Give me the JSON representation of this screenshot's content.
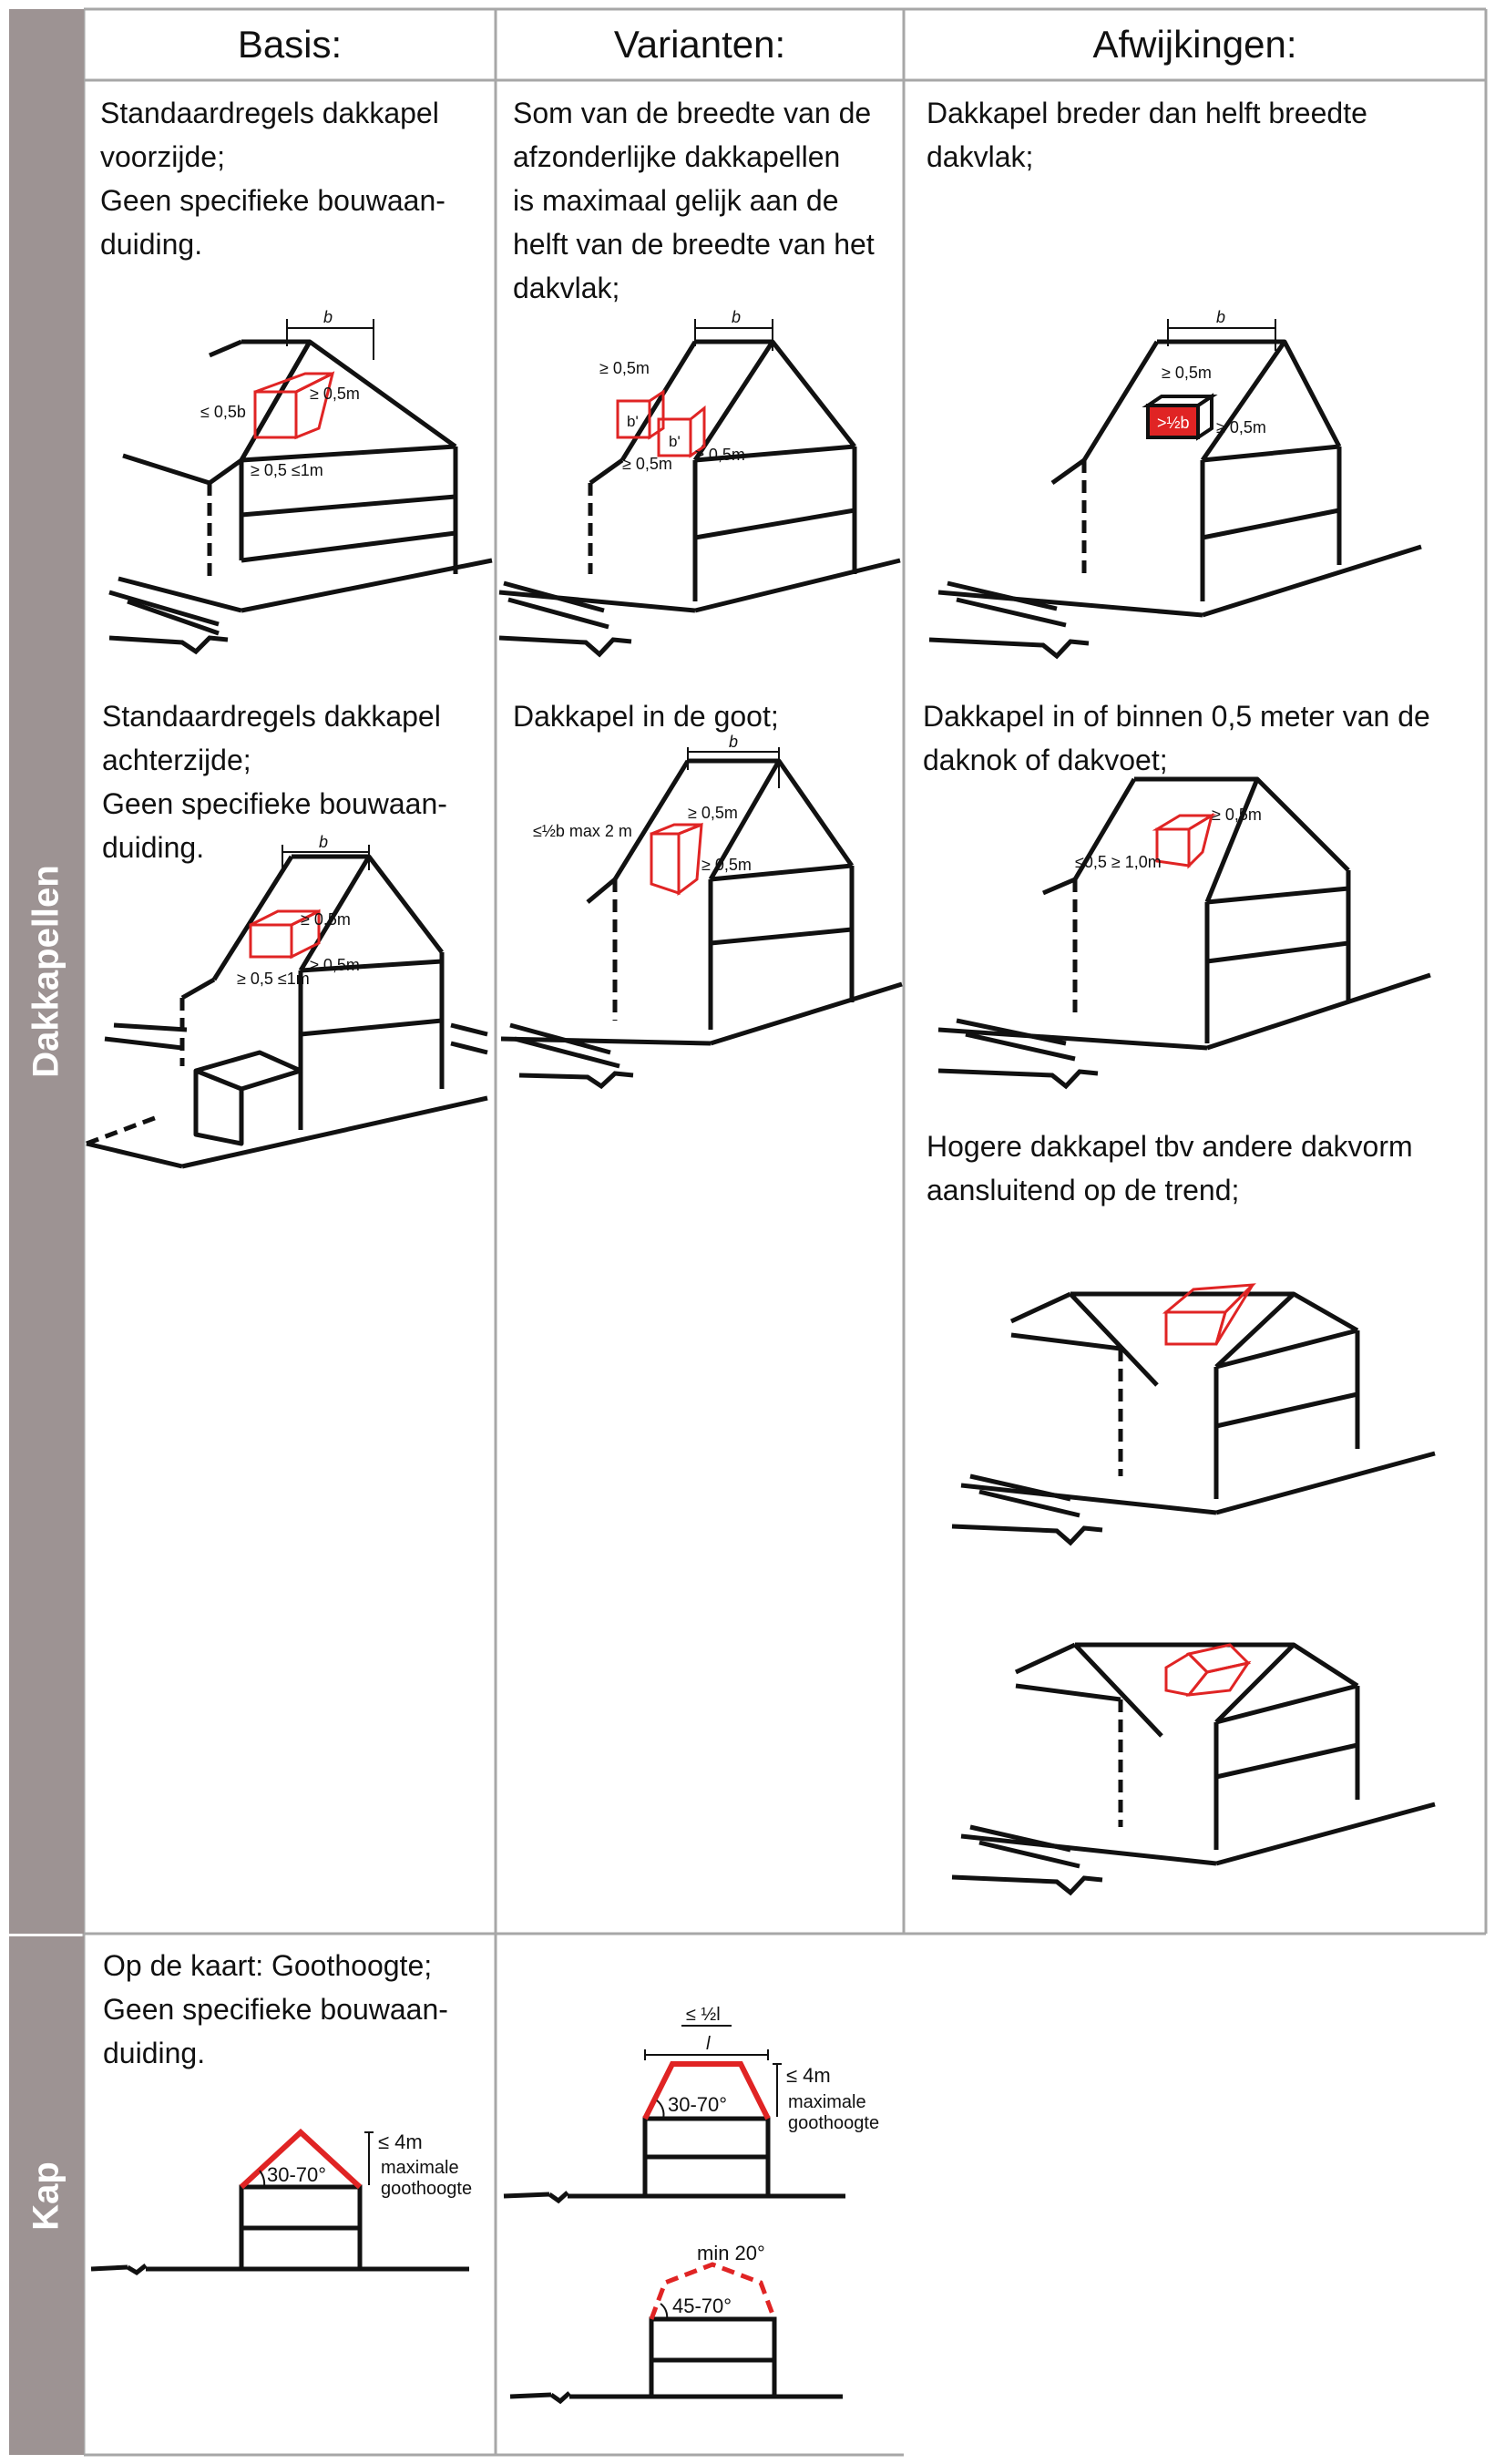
{
  "sidebar": {
    "dakkapellen": "Dakkapellen",
    "kap": "Kap"
  },
  "headers": {
    "basis": "Basis:",
    "varianten": "Varianten:",
    "afwijkingen": "Afwijkingen:"
  },
  "dakkapellen": {
    "basis_voor": [
      "Standaardregels dakkapel",
      "voorzijde;",
      "Geen specifieke bouwaan-",
      "duiding."
    ],
    "basis_achter": [
      "Standaardregels dakkapel",
      "achterzijde;",
      "Geen specifieke bouwaan-",
      "duiding."
    ],
    "var_som": [
      "Som van de breedte van de",
      "afzonderlijke dakkapellen",
      "is maximaal gelijk aan de",
      "helft van de breedte van het",
      "dakvlak;"
    ],
    "var_goot": [
      "Dakkapel in de goot;"
    ],
    "afw_breder": [
      "Dakkapel breder dan helft breedte",
      "dakvlak;"
    ],
    "afw_nok": [
      "Dakkapel in of binnen 0,5 meter van de",
      "daknok of dakvoet;"
    ],
    "afw_hoger": [
      "Hogere dakkapel tbv andere dakvorm",
      "aansluitend op de trend;"
    ]
  },
  "kap": {
    "basis": [
      "Op de kaart: Goothoogte;",
      "Geen specifieke bouwaan-",
      "duiding."
    ]
  },
  "labels": {
    "b": "b",
    "ge05m": "≥ 0,5m",
    "le05b": "≤ 0,5b",
    "ge05le1m": "≥ 0,5 ≤1m",
    "half_b": "≤½b max 2 m",
    "bprime": "b'",
    "gt_half_b": ">½b",
    "le05ge10m": "≤0,5 ≥ 1,0m",
    "le4m": "≤ 4m",
    "maximale": "maximale",
    "goothoogte": "goothoogte",
    "angle_30_70": "30-70°",
    "angle_45_70": "45-70°",
    "le_half_l": "≤ ½l",
    "l": "l",
    "min20": "min 20°"
  },
  "colors": {
    "sidebar": "#9d9393",
    "grid": "#a7a7a7",
    "accent": "#e02424",
    "ink": "#111111"
  }
}
